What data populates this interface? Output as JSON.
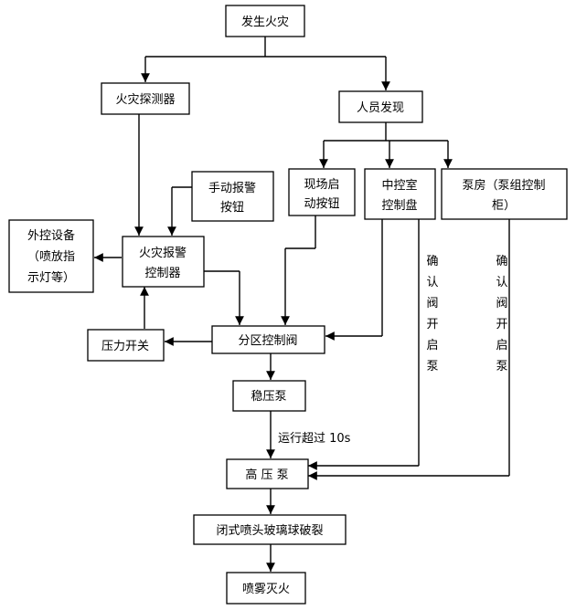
{
  "nodes": {
    "fire_occurs": "发生火灾",
    "fire_detector": "火灾探测器",
    "person_discovers": "人员发现",
    "manual_alarm_l1": "手动报警",
    "manual_alarm_l2": "按钮",
    "onsite_btn_l1": "现场启",
    "onsite_btn_l2": "动按钮",
    "central_l1": "中控室",
    "central_l2": "控制盘",
    "pump_room_l1": "泵房（泵组控制",
    "pump_room_l2": "柜）",
    "external_l1": "外控设备",
    "external_l2": "（喷放指",
    "external_l3": "示灯等）",
    "alarm_ctrl_l1": "火灾报警",
    "alarm_ctrl_l2": "控制器",
    "pressure_switch": "压力开关",
    "zone_valve": "分区控制阀",
    "jockey_pump": "稳压泵",
    "hp_pump": "高 压 泵",
    "sprinkler": "闭式喷头玻璃球破裂",
    "mist": "喷雾灭火"
  },
  "edge_labels": {
    "run_over": "运行超过 10s",
    "confirm_1": [
      "确",
      "认",
      "阀",
      "开",
      "启",
      "泵"
    ],
    "confirm_2": [
      "确",
      "认",
      "阀",
      "开",
      "启",
      "泵"
    ]
  }
}
